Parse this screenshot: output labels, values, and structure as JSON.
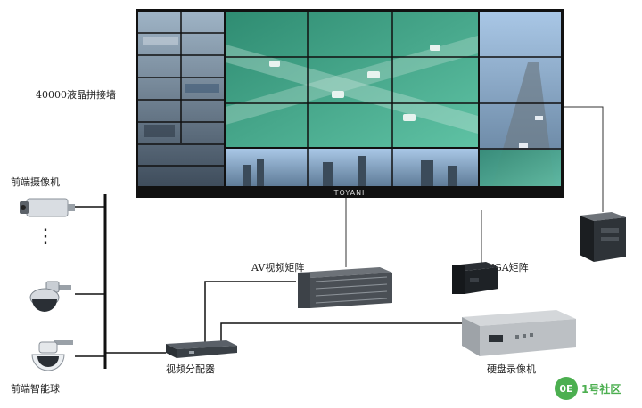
{
  "labels": {
    "video_wall": "40000液晶拼接墙",
    "front_camera": "前端摄像机",
    "dots": "⋮",
    "front_dome": "前端智能球",
    "av_matrix": "AV视频矩阵",
    "vga_matrix": "VGA矩阵",
    "video_distributor": "视频分配器",
    "dvr": "硬盘录像机"
  },
  "wall": {
    "brand": "TOYANI",
    "colors": {
      "frame": "#111111",
      "green": "#3aa88a",
      "sky": "#8fb4d8",
      "city": "#6b7f95"
    }
  },
  "logo": {
    "badge": "0E",
    "text": "1号社区",
    "color": "#4caf50"
  },
  "icons": {
    "camera": "box-camera-icon",
    "dome": "dome-camera-icon",
    "speed_dome": "speed-dome-icon",
    "pc": "pc-tower-icon"
  }
}
